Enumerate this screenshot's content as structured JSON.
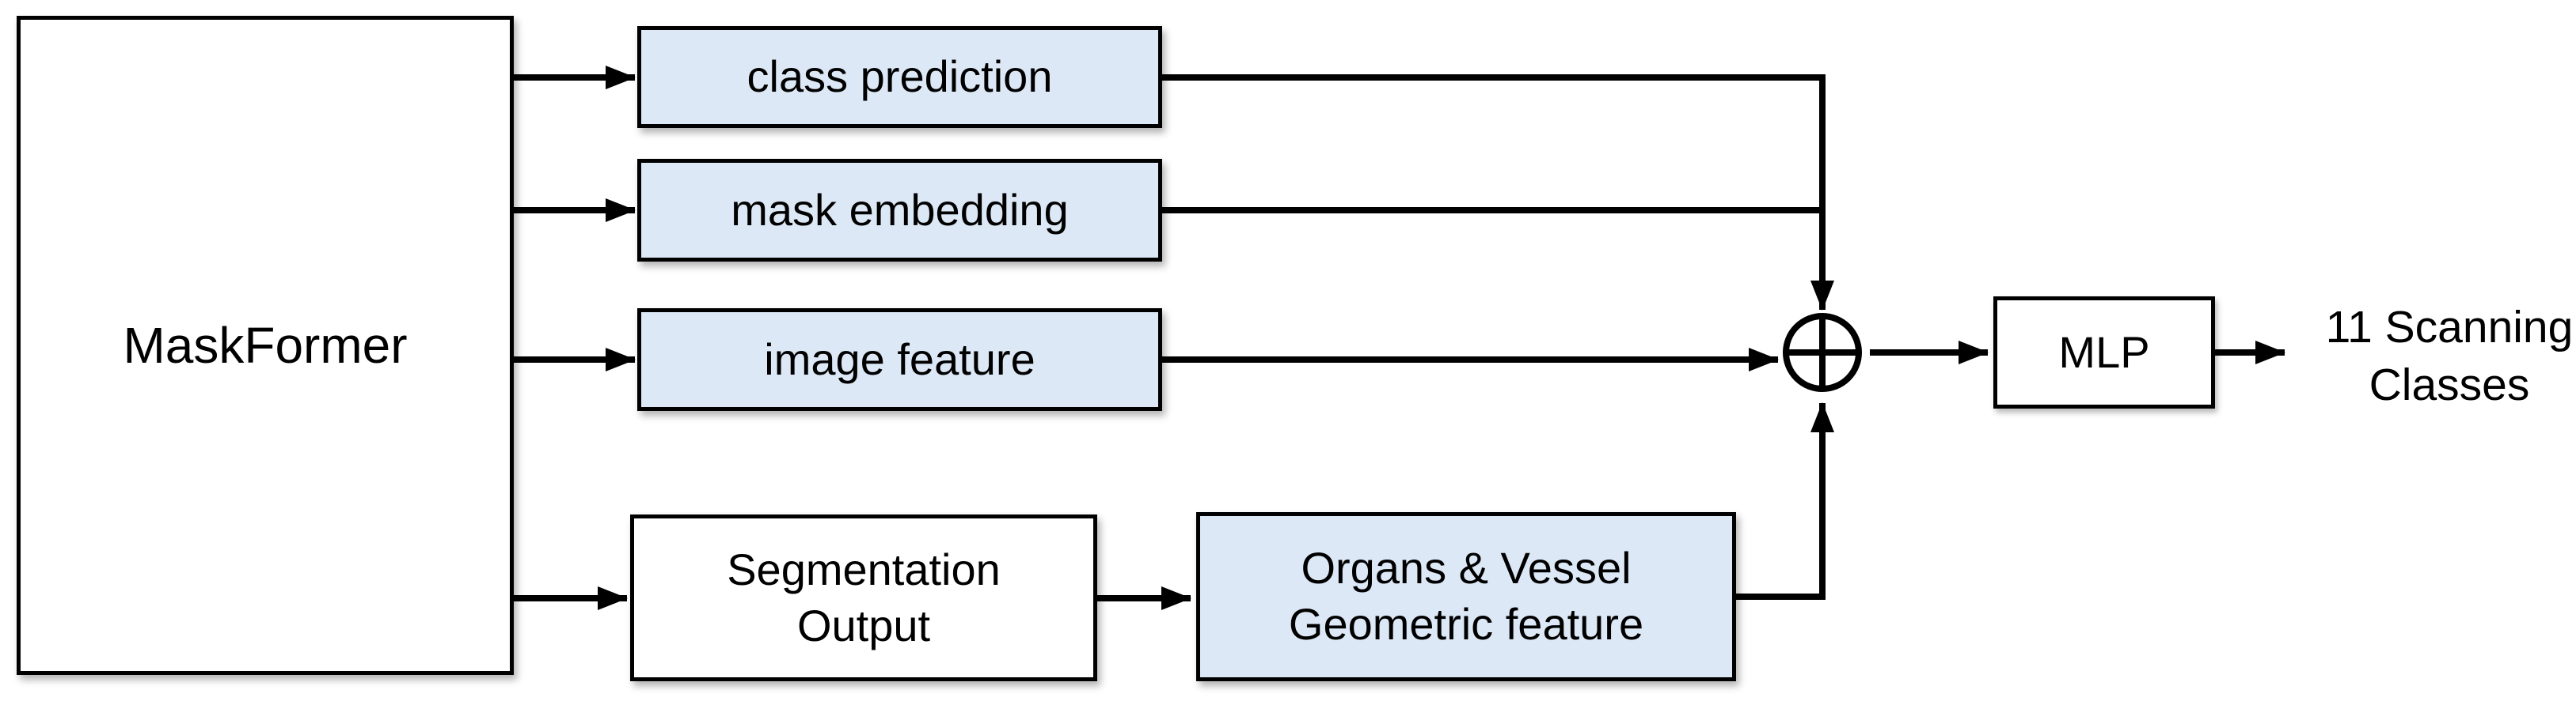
{
  "figure": {
    "type": "architecture-diagram",
    "background": "#ffffff",
    "colors": {
      "highlight_box_fill": "#dce8f6",
      "plain_box_fill": "#ffffff",
      "box_border": "#000000",
      "arrow": "#000000",
      "text": "#000000"
    },
    "nodes": {
      "maskformer": {
        "label": "MaskFormer",
        "fill": "white"
      },
      "class_prediction": {
        "label": "class prediction",
        "fill": "blue"
      },
      "mask_embedding": {
        "label": "mask embedding",
        "fill": "blue"
      },
      "image_feature": {
        "label": "image feature",
        "fill": "blue"
      },
      "segmentation_output": {
        "label": "Segmentation\nOutput",
        "fill": "white"
      },
      "organs_vessel": {
        "label": "Organs & Vessel\nGeometric feature",
        "fill": "blue"
      },
      "mlp": {
        "label": "MLP",
        "fill": "white"
      },
      "output_classes": {
        "label": "11 Scanning\nClasses"
      }
    },
    "operator": {
      "name": "circled-plus",
      "symbol": "⊕"
    },
    "edges": [
      {
        "from": "MaskFormer",
        "to": "class prediction"
      },
      {
        "from": "MaskFormer",
        "to": "mask embedding"
      },
      {
        "from": "MaskFormer",
        "to": "image feature"
      },
      {
        "from": "MaskFormer",
        "to": "Segmentation Output"
      },
      {
        "from": "class prediction",
        "to": "circled-plus"
      },
      {
        "from": "mask embedding",
        "to": "circled-plus"
      },
      {
        "from": "image feature",
        "to": "circled-plus"
      },
      {
        "from": "Segmentation Output",
        "to": "Organs & Vessel Geometric feature"
      },
      {
        "from": "Organs & Vessel Geometric feature",
        "to": "circled-plus"
      },
      {
        "from": "circled-plus",
        "to": "MLP"
      },
      {
        "from": "MLP",
        "to": "11 Scanning Classes"
      }
    ]
  }
}
